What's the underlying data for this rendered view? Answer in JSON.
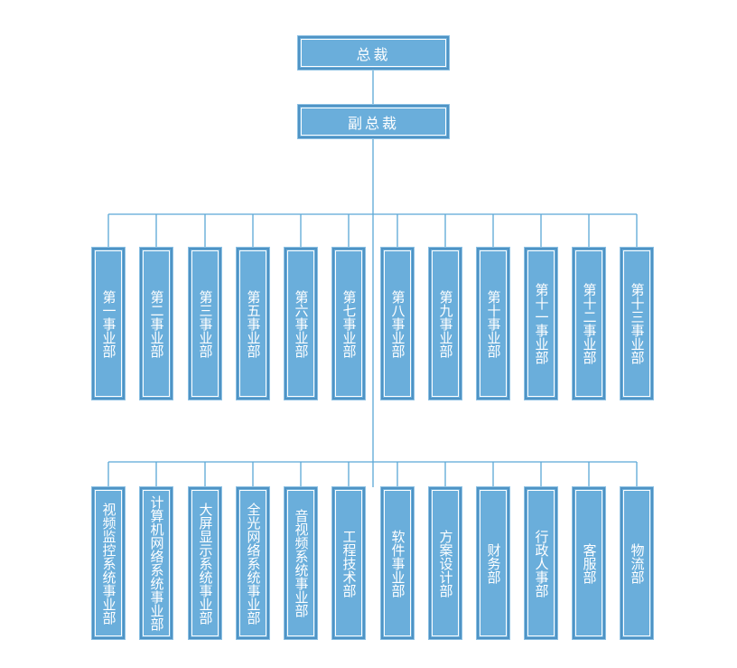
{
  "ceo": "总裁",
  "vp": "副总裁",
  "row1": [
    "第一事业部",
    "第二事业部",
    "第三事业部",
    "第五事业部",
    "第六事业部",
    "第七事业部",
    "第八事业部",
    "第九事业部",
    "第十事业部",
    "第十一事业部",
    "第十二事业部",
    "第十三事业部"
  ],
  "row2": [
    "视频监控系统事业部",
    "计算机网络系统事业部",
    "大屏显示系统事业部",
    "全光网络系统事业部",
    "音视频系统事业部",
    "工程技术部",
    "软件事业部",
    "方案设计部",
    "财务部",
    "行政人事部",
    "客服部",
    "物流部"
  ],
  "colors": {
    "box": "#6aaedb",
    "border": "#4f93c4",
    "line": "#5ba8d6"
  }
}
